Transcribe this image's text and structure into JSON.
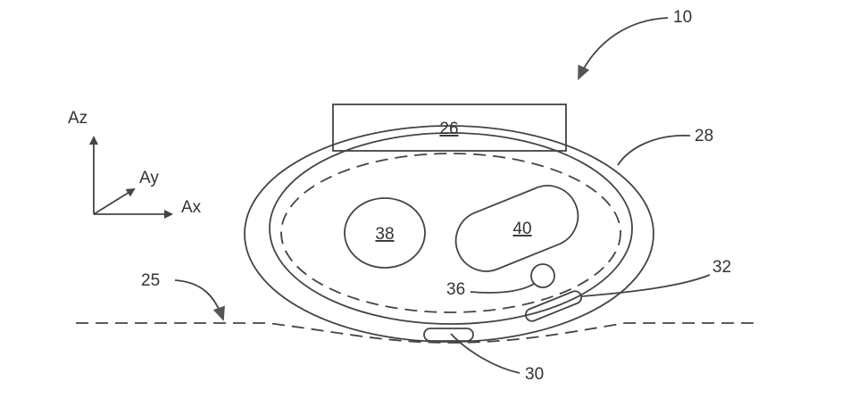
{
  "figure": {
    "labels": {
      "device": "10",
      "surface": "25",
      "housing": "26",
      "band": "28",
      "sensor_bottom": "30",
      "sensor_side": "32",
      "sensor_small": "36",
      "component_left": "38",
      "component_right": "40"
    },
    "axes": {
      "z": "Az",
      "y": "Ay",
      "x": "Ax"
    }
  },
  "colors": {
    "line": "#444444",
    "background": "#ffffff"
  }
}
